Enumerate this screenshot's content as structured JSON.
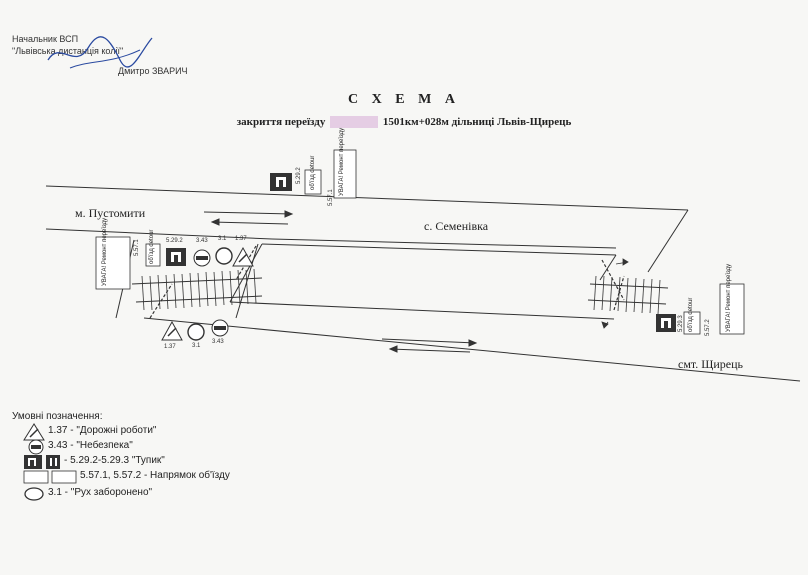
{
  "header": {
    "post": "Начальник ВСП",
    "org": "\"Львівська дистанція колії\"",
    "name": "Дмитро ЗВАРИЧ"
  },
  "title": "С Х Е М А",
  "subtitle_before": "закриття переїзду",
  "subtitle_after": "1501км+028м дільниці Львів-Щирець",
  "places": {
    "pustomyty": "м. Пустомити",
    "semenivka": "с. Семенівка",
    "shchyrets": "смт. Щирець"
  },
  "signs": {
    "s5292": "5.29.2",
    "s5293": "5.29.3",
    "s5571": "5.57.1",
    "s5572": "5.57.2",
    "s343": "3.43",
    "s31": "3.1",
    "s137": "1.37",
    "detour": "об'їзд detour",
    "warning": "УВАГА! Ремонт переїзду"
  },
  "legend": {
    "title": "Умовні позначення:",
    "items": [
      "1.37 - \"Дорожні роботи\"",
      "3.43 - \"Небезпека\"",
      "- 5.29.2-5.29.3 \"Тупик\"",
      "5.57.1, 5.57.2 - Напрямок об'їзду",
      "3.1 - \"Рух заборонено\""
    ]
  },
  "colors": {
    "line": "#333333",
    "paper": "#f7f7f5",
    "stamp": "#2a4aa0"
  }
}
